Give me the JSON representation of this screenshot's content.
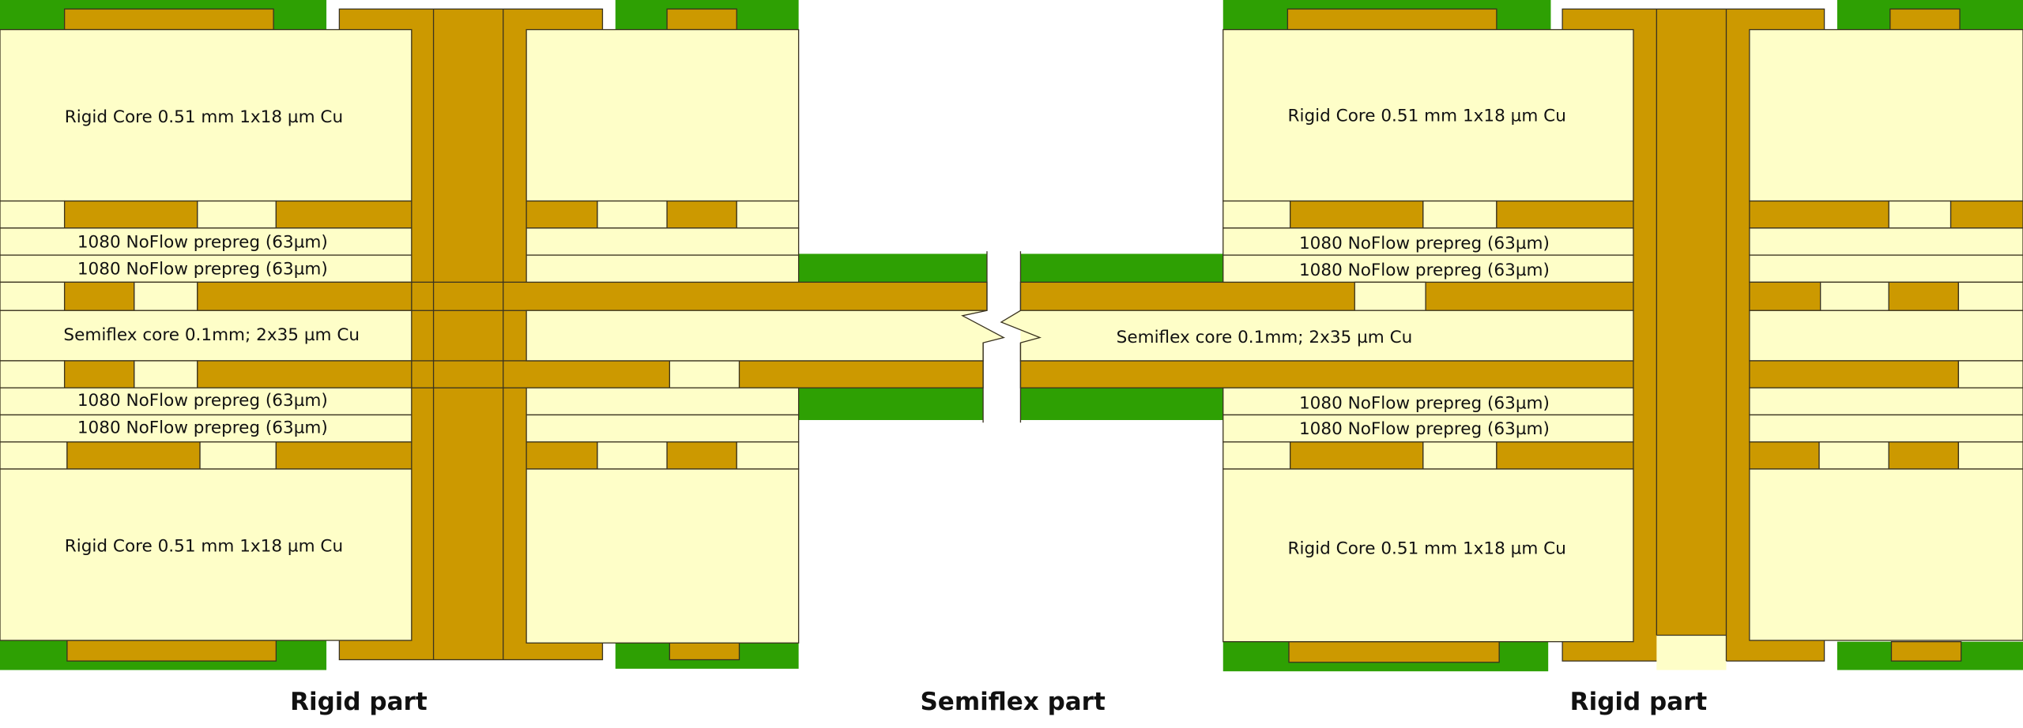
{
  "colors": {
    "solder_mask": "#2ea003",
    "copper": "#cc9900",
    "dielectric": "#fefec8",
    "outline": "#3a3320",
    "background": "#ffffff"
  },
  "materials": {
    "rigid_core": "Rigid Core 0.51 mm 1x18 µm Cu",
    "prepreg": "1080 NoFlow prepreg (63µm)",
    "semiflex_core": "Semiflex core 0.1mm; 2x35 µm Cu"
  },
  "sections": [
    {
      "name": "Rigid part"
    },
    {
      "name": "Semiflex part"
    },
    {
      "name": "Rigid part"
    }
  ],
  "stackup_left": [
    {
      "layer": "solder-mask-top"
    },
    {
      "layer": "copper-top"
    },
    {
      "layer": "Rigid Core 0.51 mm 1x18 µm Cu"
    },
    {
      "layer": "copper-inner-1"
    },
    {
      "layer": "1080 NoFlow prepreg (63µm)"
    },
    {
      "layer": "1080 NoFlow prepreg (63µm)"
    },
    {
      "layer": "copper-inner-2"
    },
    {
      "layer": "Semiflex core 0.1mm; 2x35 µm Cu"
    },
    {
      "layer": "copper-inner-3"
    },
    {
      "layer": "1080 NoFlow prepreg (63µm)"
    },
    {
      "layer": "1080 NoFlow prepreg (63µm)"
    },
    {
      "layer": "copper-inner-4"
    },
    {
      "layer": "Rigid Core 0.51 mm 1x18 µm Cu"
    },
    {
      "layer": "copper-bottom"
    },
    {
      "layer": "solder-mask-bottom"
    }
  ]
}
